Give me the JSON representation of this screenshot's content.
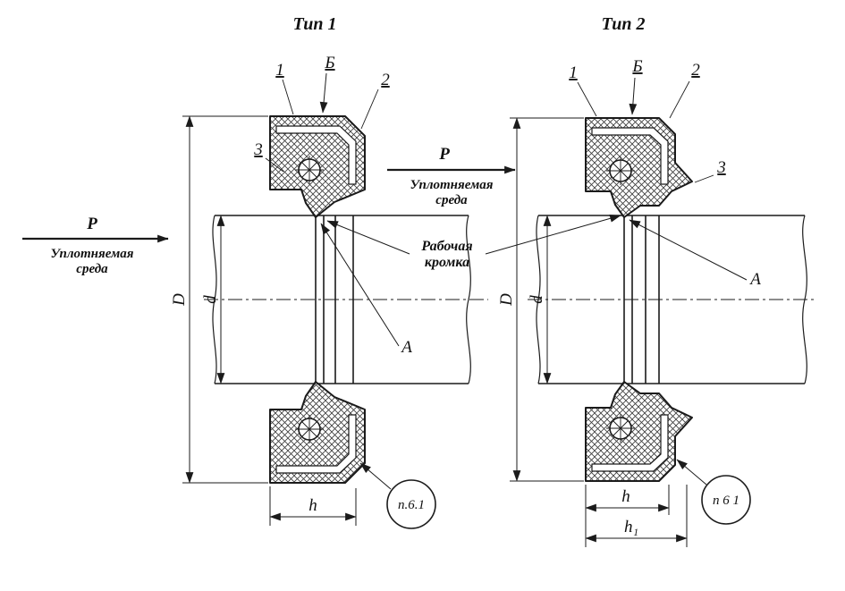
{
  "page": {
    "background": "#ffffff",
    "ink": "#1b1b1b"
  },
  "fig1": {
    "title": "Тип 1",
    "labels": {
      "n1": "1",
      "b": "Б",
      "n2": "2",
      "n3": "3",
      "a": "A"
    },
    "pressure": {
      "symbol": "P",
      "medium1": "Уплотняемая",
      "medium2": "среда"
    },
    "dims": {
      "outer": "D",
      "inner": "d",
      "width": "h"
    },
    "note": "п.6.1"
  },
  "fig2": {
    "title": "Тип 2",
    "labels": {
      "n1": "1",
      "b": "Б",
      "n2": "2",
      "n3": "3",
      "a": "A"
    },
    "pressure": {
      "symbol": "P",
      "medium1": "Уплотняемая",
      "medium2": "среда"
    },
    "dims": {
      "outer": "D",
      "inner": "d",
      "width": "h",
      "width1": "h₁"
    },
    "note": "п 6 1"
  },
  "shared": {
    "working_edge1": "Рабочая",
    "working_edge2": "кромка"
  }
}
